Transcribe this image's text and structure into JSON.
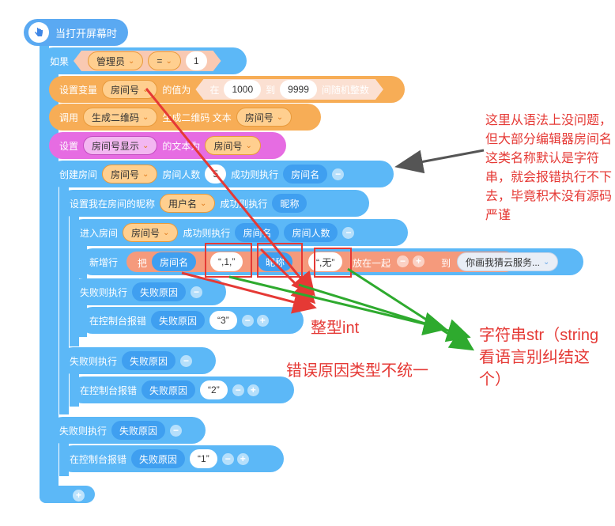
{
  "hat": {
    "label": "当打开屏幕时",
    "icon": "hand-pointer-icon"
  },
  "if_block": {
    "label": "如果",
    "left": "管理员",
    "op": "=",
    "right": "1"
  },
  "set_var": {
    "label": "设置变量",
    "var": "房间号",
    "mid": "的值为",
    "from_label": "在",
    "from": "1000",
    "to_label": "到",
    "to": "9999",
    "suffix": "间随机整数"
  },
  "call_qr": {
    "label": "调用",
    "func": "生成二维码",
    "mid": "生成二维码 文本",
    "arg": "房间号"
  },
  "set_text": {
    "label": "设置",
    "comp": "房间号显示",
    "mid": "的文本为",
    "value": "房间号"
  },
  "create_room": {
    "label": "创建房间",
    "room": "房间号",
    "count_label": "房间人数",
    "count": "5",
    "success_label": "成功则执行",
    "param": "房间名"
  },
  "set_nick": {
    "label": "设置我在房间的昵称",
    "name": "用户名",
    "success_label": "成功则执行",
    "param": "昵称"
  },
  "enter_room": {
    "label": "进入房间",
    "room": "房间号",
    "success_label": "成功则执行",
    "param1": "房间名",
    "param2": "房间人数"
  },
  "add_row": {
    "label": "新增行",
    "ba": "把",
    "p1": "房间名",
    "s1": "“,1,”",
    "p2": "昵称",
    "s2": "“,无”",
    "join": "放在一起",
    "to": "到",
    "target": "你画我猜云服务..."
  },
  "fail1": {
    "label": "失败则执行",
    "param": "失败原因",
    "log_label": "在控制台报错",
    "log_param": "失败原因",
    "code": "“3”"
  },
  "fail2": {
    "label": "失败则执行",
    "param": "失败原因",
    "log_label": "在控制台报错",
    "log_param": "失败原因",
    "code": "“2”"
  },
  "fail3": {
    "label": "失败则执行",
    "param": "失败原因",
    "log_label": "在控制台报错",
    "log_param": "失败原因",
    "code": "“1”"
  },
  "annotations": {
    "note": "这里从语法上没问题，但大部分编辑器房间名这类名称默认是字符串，就会报错执行不下去，毕竟积木没有源码严谨",
    "int_label": "整型int",
    "str_label": "字符串str（string看语言别纠结这个）",
    "mismatch_label": "错误原因类型不统一"
  },
  "colors": {
    "event": "#5aa9f2",
    "control": "#5cb8f7",
    "variable": "#f7ad56",
    "ui": "#e66ce2",
    "text": "#f59a7c",
    "annotation_red": "#e53935",
    "annotation_green": "#2eaa2e"
  }
}
